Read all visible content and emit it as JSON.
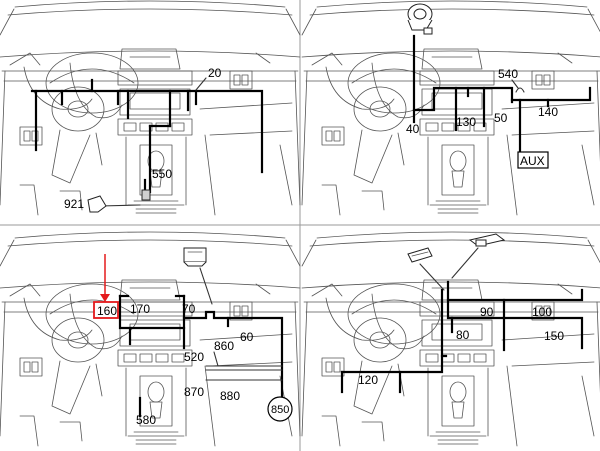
{
  "colors": {
    "harness": "#000000",
    "outline": "#555555",
    "highlight": "#e41a1c",
    "divider": "#9a9a9a"
  },
  "panels": {
    "top_left": {
      "labels": {
        "l20": "20",
        "l550": "550",
        "l921": "921"
      }
    },
    "top_right": {
      "labels": {
        "l40": "40",
        "l130": "130",
        "l50": "50",
        "l540": "540",
        "l140": "140",
        "aux": "AUX"
      }
    },
    "bottom_left": {
      "labels": {
        "l160": "160",
        "l170": "170",
        "l70": "70",
        "l60": "60",
        "l520": "520",
        "l860": "860",
        "l870": "870",
        "l880": "880",
        "l580": "580",
        "l850": "850"
      }
    },
    "bottom_right": {
      "labels": {
        "l90": "90",
        "l100": "100",
        "l80": "80",
        "l150": "150",
        "l120": "120"
      }
    }
  }
}
